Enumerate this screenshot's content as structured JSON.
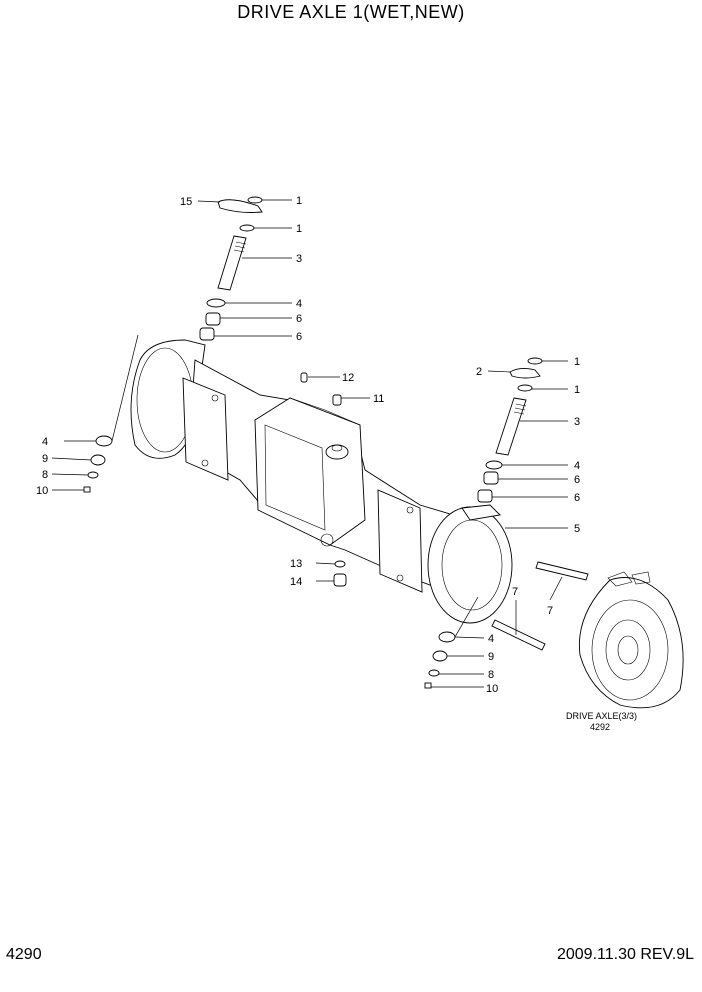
{
  "title": "DRIVE AXLE 1(WET,NEW)",
  "footer": {
    "page_number": "4290",
    "date_rev": "2009.11.30  REV.9L"
  },
  "reference": {
    "name": "DRIVE AXLE(3/3)",
    "page": "4292"
  },
  "labels": [
    "15",
    "1",
    "1",
    "3",
    "4",
    "6",
    "6",
    "12",
    "11",
    "4",
    "9",
    "8",
    "10",
    "2",
    "1",
    "1",
    "3",
    "4",
    "6",
    "6",
    "5",
    "13",
    "14",
    "7",
    "7",
    "4",
    "9",
    "8",
    "10"
  ]
}
